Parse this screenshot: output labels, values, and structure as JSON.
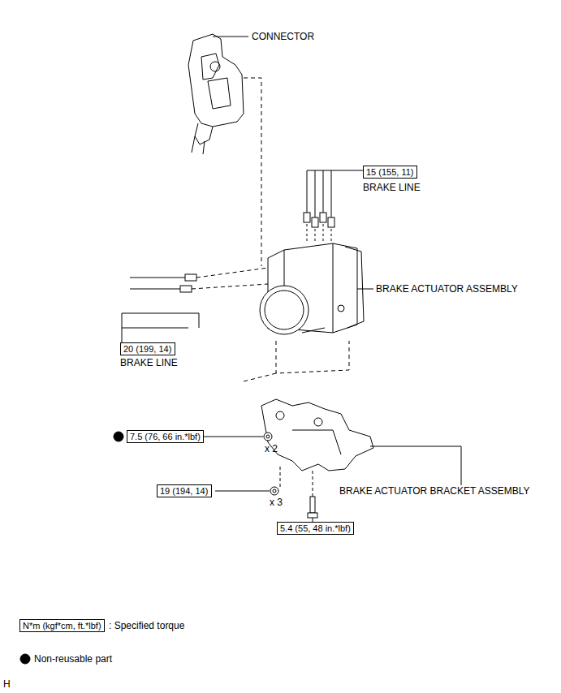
{
  "diagram": {
    "nodes": [
      {
        "text": [
          "15 (155, 11)"
        ]
      },
      {
        "text": [
          "20 (199, 14)"
        ]
      },
      {
        "text": [
          "7.5 (76, 66 in.*lbf)"
        ]
      },
      {
        "text": [
          "19 (194, 14)"
        ]
      },
      {
        "text": [
          "5.4 (55, 48 in.*lbf)"
        ]
      },
      {
        "text": [
          "N*m (kgf*cm, ft.*lbf)"
        ]
      }
    ],
    "labels": [
      "CONNECTOR",
      "BRAKE LINE",
      "BRAKE ACTUATOR ASSEMBLY",
      "BRAKE LINE",
      "x 2",
      "BRAKE ACTUATOR BRACKET ASSEMBLY",
      "x 3",
      "H"
    ],
    "legend": [
      {
        "text": ": Specified torque"
      },
      {
        "text": "Non-reusable part"
      }
    ]
  }
}
